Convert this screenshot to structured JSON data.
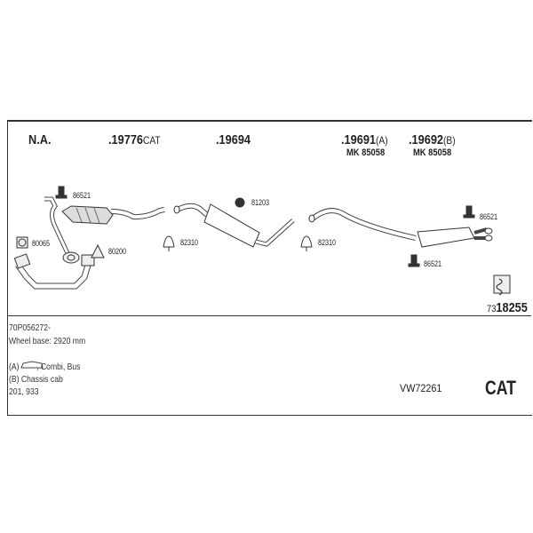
{
  "header_labels": {
    "na": "N.A.",
    "cat_part": ".19776",
    "cat_suffix": "CAT",
    "middle_part": ".19694",
    "rear_a_part": ".19691",
    "rear_a_suffix": "(A)",
    "rear_b_part": ".19692",
    "rear_b_suffix": "(B)",
    "mk_a": "MK 85058",
    "mk_b": "MK 85058"
  },
  "part_refs": {
    "hanger_front": "86521",
    "gasket_square": "80065",
    "gasket_triangle": "80200",
    "clamp_1": "82310",
    "ring": "81203",
    "clamp_2": "82310",
    "hanger_rear_top": "86521",
    "hanger_rear_bottom": "86521"
  },
  "kit_number": {
    "prefix": "73",
    "main": "18255"
  },
  "info": {
    "line1": "70P056272-",
    "line2": "Wheel base: 2920 mm",
    "line3_prefix": "(A)",
    "line3_suffix": ", Combi, Bus",
    "line4": "(B) Chassis cab",
    "line5": "201, 933"
  },
  "footer": {
    "code": "VW72261",
    "badge": "CAT"
  }
}
